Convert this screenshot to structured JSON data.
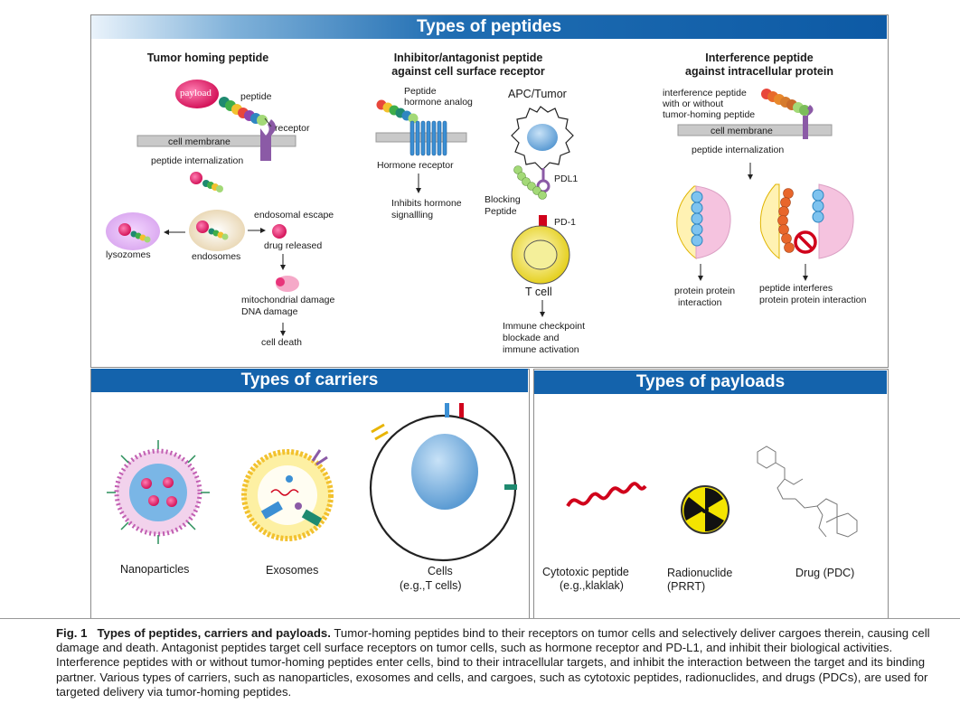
{
  "banners": {
    "peptides": "Types of peptides",
    "carriers": "Types of carriers",
    "payloads": "Types of payloads"
  },
  "homing": {
    "title": "Tumor homing peptide",
    "payload": "payload",
    "peptide": "peptide",
    "receptor": "receptor",
    "membrane": "cell membrane",
    "internalization": "peptide internalization",
    "lysozomes": "lysozomes",
    "endosomes": "endosomes",
    "escape": "endosomal escape",
    "released": "drug released",
    "damage1": "mitochondrial damage",
    "damage2": "DNA damage",
    "death": "cell death"
  },
  "inhibitor": {
    "title1": "Inhibitor/antagonist peptide",
    "title2": "against cell surface receptor",
    "analog1": "Peptide",
    "analog2": "hormone analog",
    "hormone_receptor": "Hormone receptor",
    "inhibits1": "Inhibits hormone",
    "inhibits2": "signallling",
    "apc": "APC/Tumor",
    "pdl1": "PDL1",
    "blocking1": "Blocking",
    "blocking2": "Peptide",
    "pd1": "PD-1",
    "tcell": "T cell",
    "checkpoint1": "Immune checkpoint",
    "checkpoint2": "blockade and",
    "checkpoint3": "immune activation"
  },
  "interference": {
    "title1": "Interference peptide",
    "title2": "against intracellular protein",
    "desc1": "interference peptide",
    "desc2": "with or without",
    "desc3": "tumor-homing peptide",
    "membrane": "cell membrane",
    "internalization": "peptide internalization",
    "ppi1": "protein protein",
    "ppi2": "interaction",
    "interferes1": "peptide interferes",
    "interferes2": "protein protein interaction"
  },
  "carriers": {
    "nano": "Nanoparticles",
    "exo": "Exosomes",
    "cells1": "Cells",
    "cells2": "(e.g.,T cells)"
  },
  "payloads": {
    "cyto1": "Cytotoxic peptide",
    "cyto2": "(e.g.,klaklak)",
    "radio1": "Radionuclide",
    "radio2": "(PRRT)",
    "drug": "Drug (PDC)"
  },
  "caption": {
    "label": "Fig. 1",
    "title": "Types of peptides, carriers and payloads.",
    "body": "Tumor-homing peptides bind to their receptors on tumor cells and selectively deliver cargoes therein, causing cell damage and death. Antagonist peptides target cell surface receptors on tumor cells, such as hormone receptor and PD-L1, and inhibit their biological activities. Interference peptides with or without tumor-homing peptides enter cells, bind to their intracellular targets, and inhibit the interaction between the target and its binding partner. Various types of carriers, such as nanoparticles, exosomes and cells, and cargoes, such as cytotoxic peptides, radionuclides, and drugs (PDCs), are used for targeted delivery via tumor-homing peptides."
  },
  "colors": {
    "banner_blue": "#1463ac",
    "membrane_gray": "#c9c9c9",
    "payload_pink": "#e8347a",
    "receptor_purple": "#8b5aa6"
  }
}
